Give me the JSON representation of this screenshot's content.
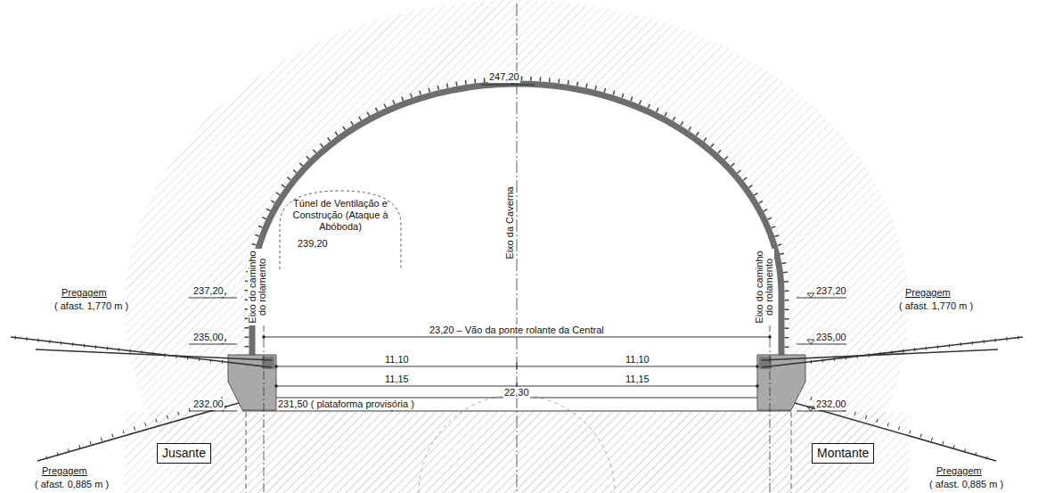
{
  "diagram": {
    "nodes": [
      {
        "text": [
          "Túnel de Ventilação e Construção (Ataque à Abóboda)",
          "239,20"
        ]
      },
      {
        "text": [
          "Jusante"
        ]
      },
      {
        "text": [
          "Montante"
        ]
      }
    ],
    "labels": [
      "247,20",
      "Eixo da Caverna",
      "Eixo do caminho do rolamento",
      "Eixo do caminho do rolamento",
      "237,20",
      "237,20",
      "235,00",
      "235,00",
      "Pregagem",
      "( afast. 1,770 m )",
      "Pregagem",
      "( afast. 1,770 m )",
      "23,20 – Vão da ponte rolante da Central",
      "11,10",
      "11,10",
      "11,15",
      "11,15",
      "22,30",
      "232,00",
      "232,00",
      "231,50 ( plataforma provisória )",
      "Pregagem",
      "( afast. 0,885 m )",
      "Pregagem",
      "( afast. 0,885 m )"
    ]
  }
}
